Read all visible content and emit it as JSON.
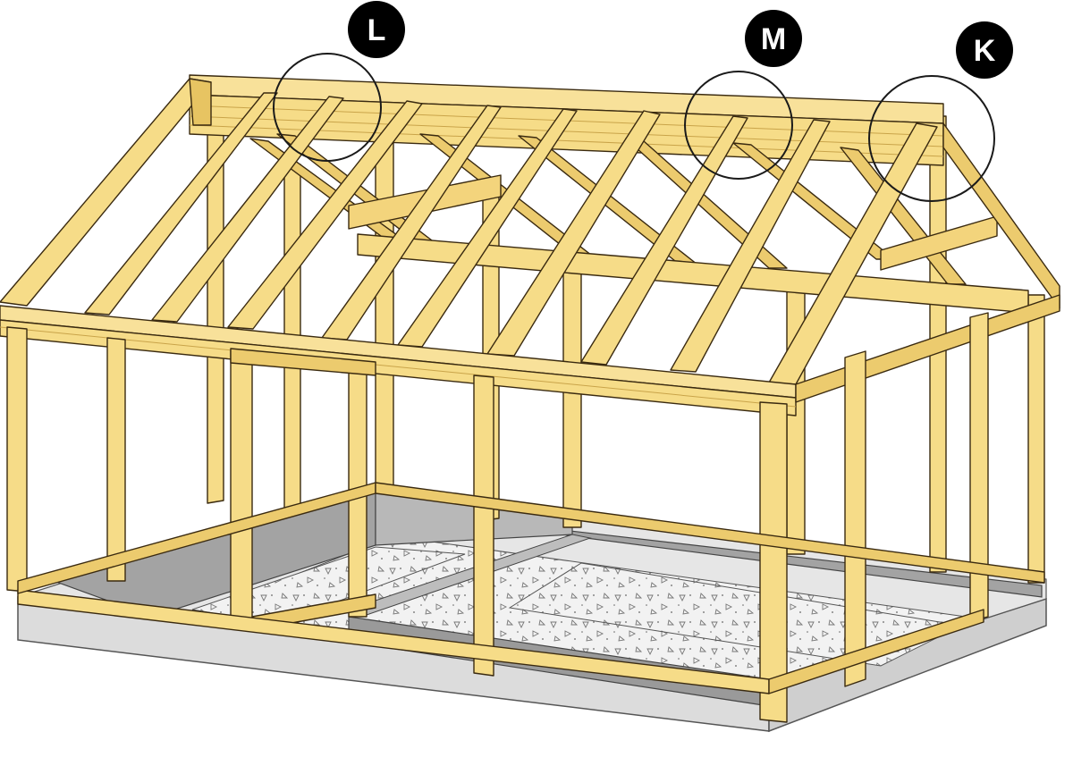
{
  "callouts": [
    {
      "id": "L",
      "label": "L"
    },
    {
      "id": "M",
      "label": "M"
    },
    {
      "id": "K",
      "label": "K"
    }
  ],
  "colors": {
    "timber_face": "#f6dc88",
    "timber_side": "#e7c462",
    "timber_edge": "#3a2a10",
    "timber_grain": "#c9a44a",
    "foundation": "#d9d9d9",
    "foundation_side": "#c4c4c4",
    "bed_wall": "#9e9e9e",
    "gravel": "#f2f2f2",
    "badge": "#000000"
  }
}
